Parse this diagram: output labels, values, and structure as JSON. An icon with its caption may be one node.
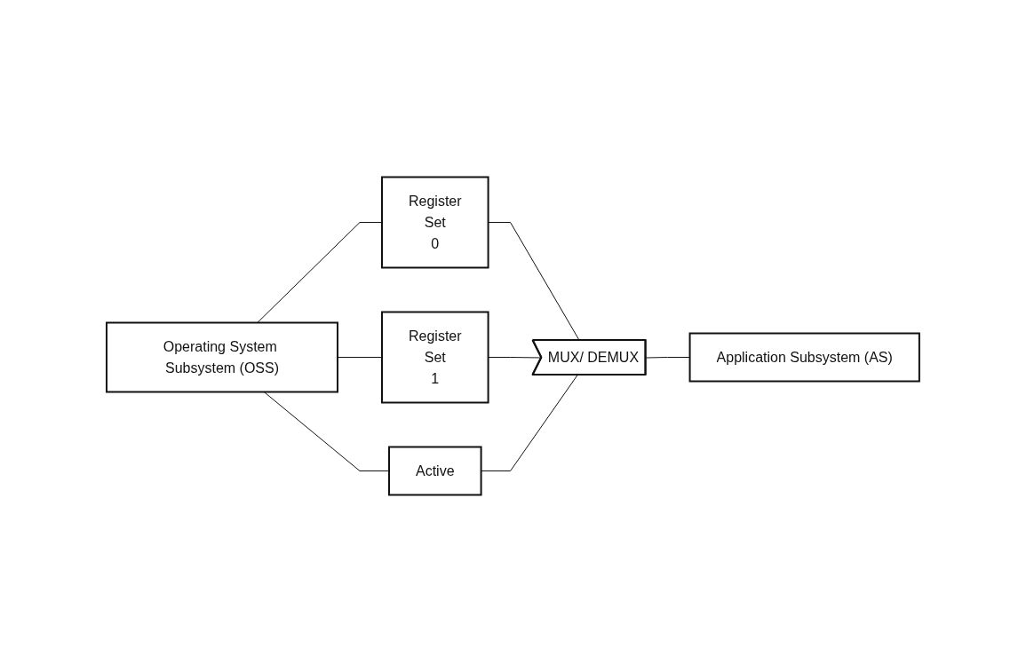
{
  "diagram": {
    "nodes": [
      {
        "text": [
          "Operating System Subsystem (OSS)"
        ]
      },
      {
        "text": [
          "Register",
          "Set",
          "0"
        ]
      },
      {
        "text": [
          "Register",
          "Set",
          "1"
        ]
      },
      {
        "text": [
          "MUX/ DEMUX"
        ]
      },
      {
        "text": [
          "Application Subsystem (AS)"
        ]
      },
      {
        "text": [
          "Active"
        ]
      }
    ],
    "edges": [
      {
        "from": 0,
        "to": 1,
        "arrow": "none"
      },
      {
        "from": 0,
        "to": 2,
        "arrow": "none"
      },
      {
        "from": 1,
        "to": 3,
        "arrow": "none"
      },
      {
        "from": 2,
        "to": 3,
        "arrow": "none"
      },
      {
        "from": 3,
        "to": 4,
        "arrow": "none"
      },
      {
        "from": 0,
        "to": 5,
        "arrow": "none"
      },
      {
        "from": 5,
        "to": 3,
        "arrow": "none"
      }
    ]
  }
}
